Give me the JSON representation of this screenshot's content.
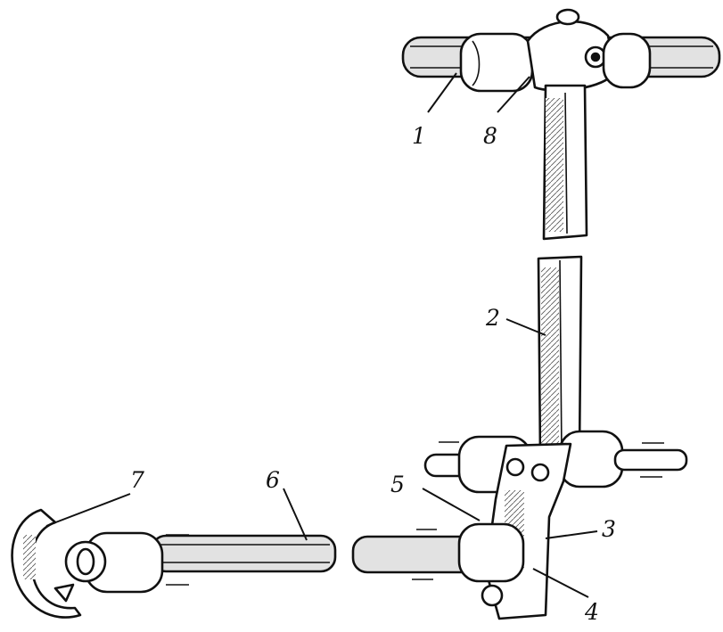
{
  "callouts": [
    {
      "id": "1",
      "text": "1"
    },
    {
      "id": "2",
      "text": "2"
    },
    {
      "id": "3",
      "text": "3"
    },
    {
      "id": "4",
      "text": "4"
    },
    {
      "id": "5",
      "text": "5"
    },
    {
      "id": "6",
      "text": "6"
    },
    {
      "id": "7",
      "text": "7"
    },
    {
      "id": "8",
      "text": "8"
    }
  ],
  "colors": {
    "ink": "#111111",
    "shade": "#d9d9d9",
    "background": "#ffffff"
  }
}
